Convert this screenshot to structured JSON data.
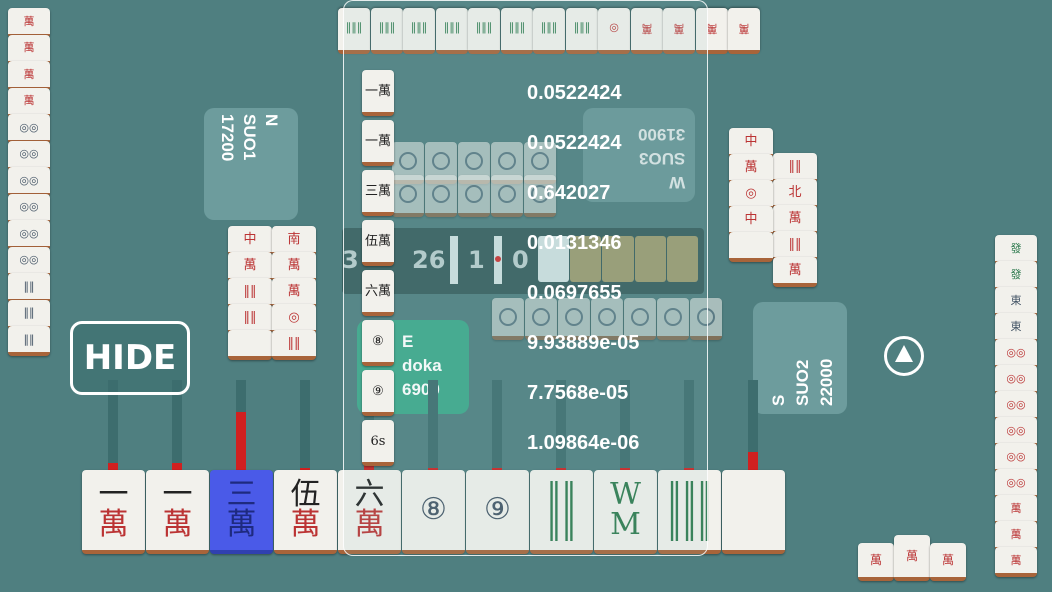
{
  "hide_button": "HIDE",
  "players": {
    "north": {
      "wind": "N",
      "name": "SUO1",
      "score": "17200"
    },
    "west": {
      "wind": "W",
      "name": "SUO3",
      "score": "31900"
    },
    "south": {
      "wind": "S",
      "name": "SUO2",
      "score": "22000"
    },
    "east": {
      "wind": "E",
      "name": "doka",
      "score": "6900"
    }
  },
  "center": {
    "round_partial": "3",
    "remaining": "26",
    "honba": "1",
    "riichi_sticks": "0"
  },
  "hand": [
    {
      "top": "一",
      "bottom": "萬",
      "selected": false,
      "bar": 0.08
    },
    {
      "top": "一",
      "bottom": "萬",
      "selected": false,
      "bar": 0.08
    },
    {
      "top": "三",
      "bottom": "萬",
      "selected": true,
      "bar": 0.64
    },
    {
      "top": "伍",
      "bottom": "萬",
      "selected": false,
      "bar": 0.02
    },
    {
      "top": "六",
      "bottom": "萬",
      "selected": false,
      "bar": 0.07
    },
    {
      "top": "⑧",
      "bottom": "",
      "selected": false,
      "bar": 0.0
    },
    {
      "top": "⑨",
      "bottom": "",
      "selected": false,
      "bar": 0.0
    },
    {
      "top": "‖‖",
      "bottom": "‖‖",
      "selected": false,
      "bar": 0.0
    },
    {
      "top": "W",
      "bottom": "M",
      "selected": false,
      "bar": 0.0
    },
    {
      "top": "‖‖‖",
      "bottom": "‖‖‖",
      "selected": false,
      "bar": 0.0
    },
    {
      "top": "",
      "bottom": "",
      "selected": false,
      "bar": 0.2
    }
  ],
  "probabilities": [
    {
      "tile": "一萬",
      "value": "0.0522424"
    },
    {
      "tile": "一萬",
      "value": "0.0522424"
    },
    {
      "tile": "三萬",
      "value": "0.642027"
    },
    {
      "tile": "伍萬",
      "value": "0.0131346"
    },
    {
      "tile": "六萬",
      "value": "0.0697655"
    },
    {
      "tile": "⑧",
      "value": "9.93889e-05"
    },
    {
      "tile": "⑨",
      "value": "7.7568e-05"
    },
    {
      "tile": "6s",
      "value": "1.09864e-06"
    }
  ],
  "colors": {
    "table": "#4f7f80",
    "selected": "#4a5ae8",
    "bar": "#d02020"
  }
}
